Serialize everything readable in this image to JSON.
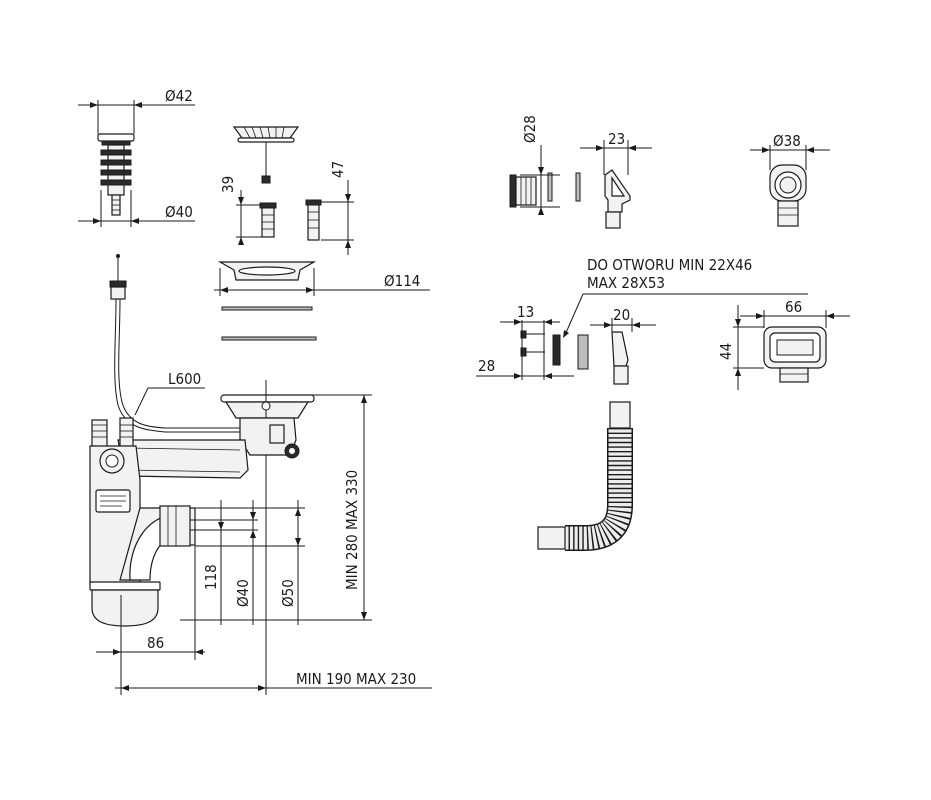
{
  "dimensions": {
    "d42": "Ø42",
    "d40_top": "Ø40",
    "h39": "39",
    "h47": "47",
    "d114": "Ø114",
    "l600": "L600",
    "min280max330": "MIN 280 MAX 330",
    "h118": "118",
    "d40_outlet": "Ø40",
    "d50": "Ø50",
    "w86": "86",
    "min190max230": "MIN 190 MAX 230",
    "d28": "Ø28",
    "w23": "23",
    "d38": "Ø38",
    "w13": "13",
    "w20": "20",
    "w28": "28",
    "w66": "66",
    "h44": "44"
  },
  "notes": {
    "overflow_hole_line1": "DO OTWORU MIN 22X46",
    "overflow_hole_line2": "MAX 28X53"
  }
}
